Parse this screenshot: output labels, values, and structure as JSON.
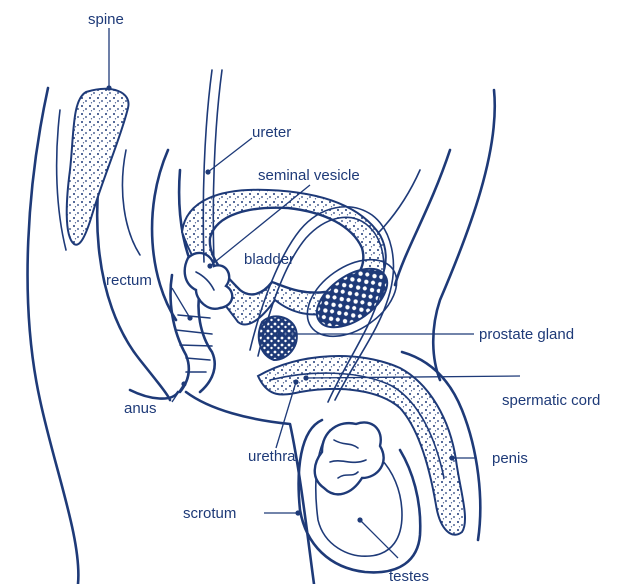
{
  "colors": {
    "ink": "#1e3a78",
    "background": "#ffffff"
  },
  "labels": {
    "spine": "spine",
    "ureter": "ureter",
    "seminal_vesicle": "seminal vesicle",
    "bladder": "bladder",
    "rectum": "rectum",
    "prostate_gland": "prostate gland",
    "anus": "anus",
    "spermatic_cord": "spermatic cord",
    "urethra": "urethra",
    "penis": "penis",
    "scrotum": "scrotum",
    "testes": "testes"
  }
}
